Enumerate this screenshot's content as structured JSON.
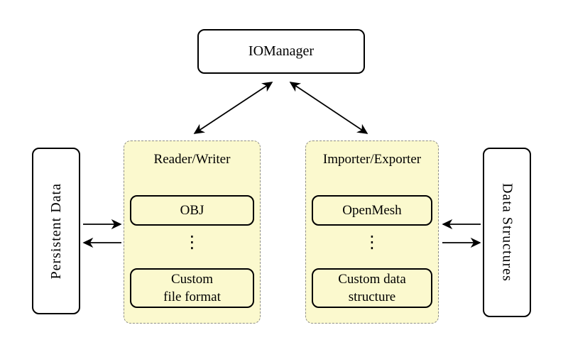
{
  "nodes": {
    "iomanager": {
      "label": "IOManager"
    },
    "persistent_data": {
      "label": "Persistent Data"
    },
    "data_structures": {
      "label": "Data Structures"
    }
  },
  "panels": {
    "reader_writer": {
      "title": "Reader/Writer",
      "items": {
        "top": "OBJ",
        "ellipsis": "⋮",
        "bottom": "Custom\nfile format"
      }
    },
    "importer_exporter": {
      "title": "Importer/Exporter",
      "items": {
        "top": "OpenMesh",
        "ellipsis": "⋮",
        "bottom": "Custom data\nstructure"
      }
    }
  },
  "connections": [
    {
      "from": "IOManager",
      "to": "Reader/Writer",
      "direction": "bidirectional"
    },
    {
      "from": "IOManager",
      "to": "Importer/Exporter",
      "direction": "bidirectional"
    },
    {
      "from": "Persistent Data",
      "to": "Reader/Writer",
      "direction": "right"
    },
    {
      "from": "Reader/Writer",
      "to": "Persistent Data",
      "direction": "left"
    },
    {
      "from": "Data Structures",
      "to": "Importer/Exporter",
      "direction": "left"
    },
    {
      "from": "Importer/Exporter",
      "to": "Data Structures",
      "direction": "right"
    }
  ],
  "colors": {
    "background": "#ffffff",
    "panel_fill": "#fbf9ce",
    "panel_border": "#8f8f87",
    "node_fill": "#ffffff",
    "line": "#000000"
  }
}
